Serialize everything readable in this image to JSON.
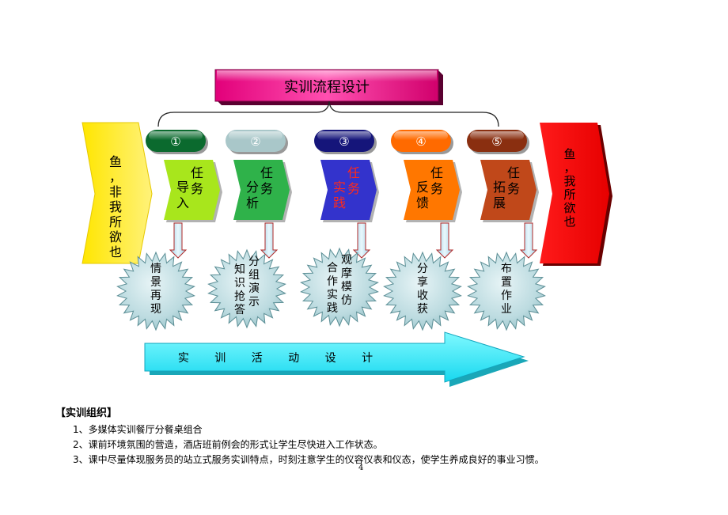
{
  "diagram": {
    "title": "实训流程设计",
    "left_banner": "鱼，非我所欲也",
    "right_banner": "鱼，我所欲也",
    "steps": [
      {
        "number": "①",
        "task": "任务导入",
        "activity": "情景再现",
        "pill": "#0b6a2e",
        "arrow": "#a8e61c",
        "task_color": "#000000"
      },
      {
        "number": "②",
        "task": "任务分析",
        "activity": "知识抢答分组演示",
        "pill": "#a9c7c9",
        "arrow": "#2fb24a",
        "task_color": "#000000"
      },
      {
        "number": "③",
        "task": "任务实践",
        "activity": "合作实践观摩模仿",
        "pill": "#15157a",
        "arrow": "#3333cc",
        "task_color": "#ff2a1a"
      },
      {
        "number": "④",
        "task": "任务反馈",
        "activity": "分享收获",
        "pill": "#ff6a00",
        "arrow": "#ff7700",
        "task_color": "#000000"
      },
      {
        "number": "⑤",
        "task": "任务拓展",
        "activity": "布置作业",
        "pill": "#8a2f10",
        "arrow": "#c0481a",
        "task_color": "#000000"
      }
    ],
    "bottom_arrow": "实 训 活 动 设 计"
  },
  "notes": {
    "heading": "【实训组织】",
    "items": [
      "1、多媒体实训餐厅分餐桌组合",
      "2、课前环境氛围的营造，酒店班前例会的形式让学生尽快进入工作状态。",
      "3、课中尽量体现服务员的站立式服务实训特点，时刻注意学生的仪容仪表和仪态，使学生养成良好的事业习惯。"
    ]
  },
  "page_number": "4"
}
